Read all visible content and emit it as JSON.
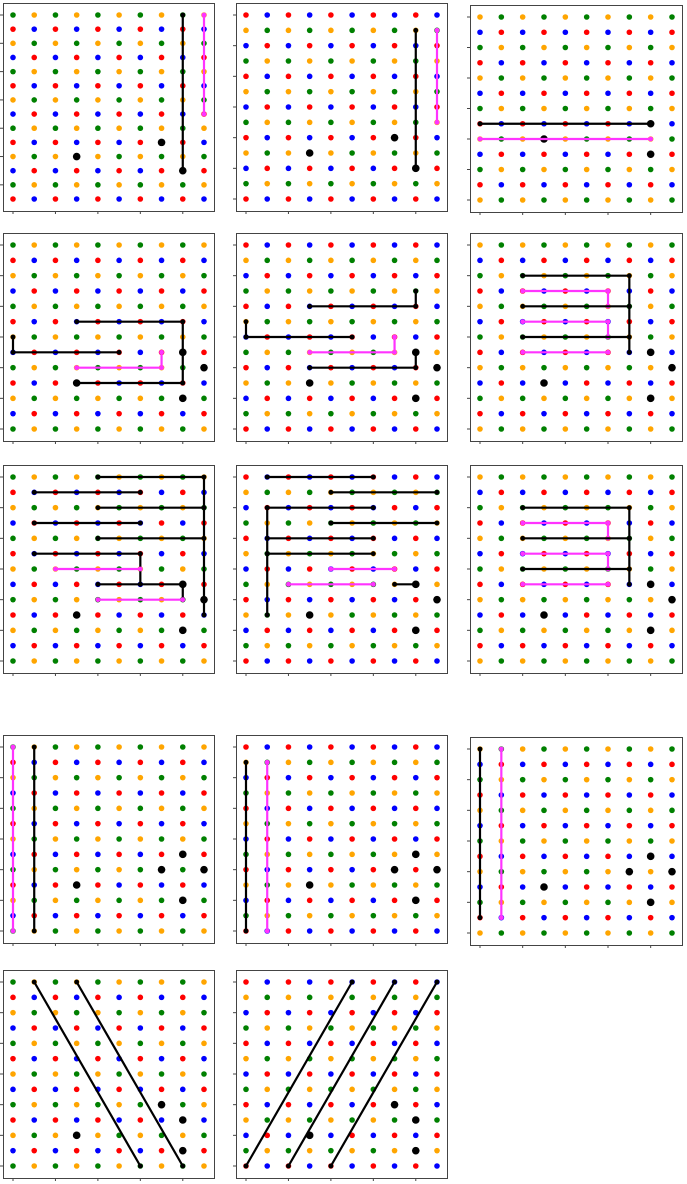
{
  "figure": {
    "colors": {
      "frame": "#444444",
      "path_primary": "#000000",
      "path_secondary": "#ff33ff",
      "dot_palette": [
        "#008000",
        "#ff0000",
        "#ffa500",
        "#0000ff"
      ]
    }
  },
  "panels": [
    {
      "rows": 14,
      "cols": 10,
      "black_dots": [
        [
          9,
          7
        ],
        [
          10,
          3
        ],
        [
          11,
          8
        ]
      ],
      "paths": [
        {
          "color": "secondary",
          "points": [
            [
              0,
              9
            ],
            [
              7,
              9
            ]
          ]
        },
        {
          "color": "primary",
          "points": [
            [
              0,
              8
            ],
            [
              11,
              8
            ]
          ]
        }
      ]
    },
    {
      "rows": 13,
      "cols": 10,
      "black_dots": [
        [
          8,
          7
        ],
        [
          9,
          3
        ],
        [
          10,
          8
        ]
      ],
      "paths": [
        {
          "color": "secondary",
          "points": [
            [
              1,
              9
            ],
            [
              7,
              9
            ]
          ]
        },
        {
          "color": "primary",
          "points": [
            [
              1,
              8
            ],
            [
              10,
              8
            ]
          ]
        }
      ]
    },
    {
      "rows": 13,
      "cols": 10,
      "black_dots": [
        [
          7,
          8
        ],
        [
          8,
          3
        ],
        [
          9,
          8
        ]
      ],
      "paths": [
        {
          "color": "primary",
          "points": [
            [
              7,
              0
            ],
            [
              7,
              8
            ]
          ]
        },
        {
          "color": "secondary",
          "points": [
            [
              8,
              0
            ],
            [
              8,
              8
            ]
          ]
        }
      ]
    },
    {
      "rows": 13,
      "cols": 10,
      "black_dots": [
        [
          7,
          8
        ],
        [
          8,
          9
        ],
        [
          9,
          3
        ],
        [
          10,
          8
        ]
      ],
      "paths": [
        {
          "color": "primary",
          "points": [
            [
              5,
              3
            ],
            [
              5,
              8
            ],
            [
              9,
              8
            ],
            [
              9,
              3
            ]
          ]
        },
        {
          "color": "primary",
          "points": [
            [
              6,
              0
            ],
            [
              7,
              0
            ],
            [
              7,
              5
            ]
          ]
        },
        {
          "color": "secondary",
          "points": [
            [
              8,
              3
            ],
            [
              8,
              7
            ],
            [
              7,
              7
            ]
          ]
        }
      ]
    },
    {
      "rows": 13,
      "cols": 10,
      "black_dots": [
        [
          7,
          8
        ],
        [
          8,
          9
        ],
        [
          9,
          3
        ],
        [
          10,
          8
        ]
      ],
      "paths": [
        {
          "color": "primary",
          "points": [
            [
              4,
              3
            ],
            [
              4,
              8
            ],
            [
              3,
              8
            ]
          ]
        },
        {
          "color": "primary",
          "points": [
            [
              5,
              0
            ],
            [
              6,
              0
            ],
            [
              6,
              5
            ]
          ]
        },
        {
          "color": "secondary",
          "points": [
            [
              7,
              3
            ],
            [
              7,
              7
            ],
            [
              6,
              7
            ]
          ]
        },
        {
          "color": "primary",
          "points": [
            [
              8,
              3
            ],
            [
              8,
              8
            ],
            [
              7,
              8
            ]
          ]
        }
      ]
    },
    {
      "rows": 13,
      "cols": 10,
      "black_dots": [
        [
          7,
          8
        ],
        [
          8,
          9
        ],
        [
          9,
          3
        ],
        [
          10,
          8
        ]
      ],
      "paths": [
        {
          "color": "primary",
          "points": [
            [
              2,
              2
            ],
            [
              2,
              7
            ],
            [
              7,
              7
            ]
          ]
        },
        {
          "color": "secondary",
          "points": [
            [
              3,
              2
            ],
            [
              3,
              6
            ],
            [
              4,
              6
            ]
          ]
        },
        {
          "color": "primary",
          "points": [
            [
              4,
              2
            ],
            [
              4,
              7
            ]
          ]
        },
        {
          "color": "secondary",
          "points": [
            [
              5,
              2
            ],
            [
              5,
              6
            ],
            [
              6,
              6
            ]
          ]
        },
        {
          "color": "primary",
          "points": [
            [
              6,
              2
            ],
            [
              6,
              7
            ]
          ]
        },
        {
          "color": "secondary",
          "points": [
            [
              7,
              2
            ],
            [
              7,
              6
            ]
          ]
        }
      ]
    },
    {
      "rows": 13,
      "cols": 10,
      "black_dots": [
        [
          7,
          8
        ],
        [
          8,
          9
        ],
        [
          9,
          3
        ],
        [
          10,
          8
        ]
      ],
      "paths": [
        {
          "color": "primary",
          "points": [
            [
              0,
              4
            ],
            [
              0,
              9
            ],
            [
              9,
              9
            ]
          ]
        },
        {
          "color": "primary",
          "points": [
            [
              1,
              1
            ],
            [
              1,
              6
            ]
          ]
        },
        {
          "color": "primary",
          "points": [
            [
              2,
              4
            ],
            [
              2,
              9
            ]
          ]
        },
        {
          "color": "primary",
          "points": [
            [
              3,
              1
            ],
            [
              3,
              6
            ]
          ]
        },
        {
          "color": "primary",
          "points": [
            [
              4,
              4
            ],
            [
              4,
              9
            ]
          ]
        },
        {
          "color": "primary",
          "points": [
            [
              5,
              1
            ],
            [
              5,
              6
            ],
            [
              7,
              6
            ]
          ]
        },
        {
          "color": "secondary",
          "points": [
            [
              6,
              2
            ],
            [
              6,
              6
            ]
          ]
        },
        {
          "color": "primary",
          "points": [
            [
              7,
              4
            ],
            [
              7,
              8
            ],
            [
              8,
              8
            ]
          ]
        },
        {
          "color": "secondary",
          "points": [
            [
              8,
              4
            ],
            [
              8,
              8
            ]
          ]
        }
      ]
    },
    {
      "rows": 13,
      "cols": 10,
      "black_dots": [
        [
          7,
          8
        ],
        [
          8,
          9
        ],
        [
          9,
          3
        ],
        [
          10,
          8
        ]
      ],
      "paths": [
        {
          "color": "primary",
          "points": [
            [
              0,
              1
            ],
            [
              0,
              6
            ]
          ]
        },
        {
          "color": "primary",
          "points": [
            [
              1,
              4
            ],
            [
              1,
              9
            ]
          ]
        },
        {
          "color": "primary",
          "points": [
            [
              2,
              1
            ],
            [
              2,
              6
            ],
            [
              2,
              1
            ],
            [
              9,
              1
            ]
          ]
        },
        {
          "color": "primary",
          "points": [
            [
              3,
              4
            ],
            [
              3,
              9
            ]
          ]
        },
        {
          "color": "primary",
          "points": [
            [
              4,
              1
            ],
            [
              4,
              6
            ]
          ]
        },
        {
          "color": "primary",
          "points": [
            [
              5,
              1
            ],
            [
              5,
              6
            ]
          ]
        },
        {
          "color": "secondary",
          "points": [
            [
              6,
              4
            ],
            [
              6,
              7
            ]
          ]
        },
        {
          "color": "secondary",
          "points": [
            [
              7,
              2
            ],
            [
              7,
              6
            ]
          ]
        },
        {
          "color": "primary",
          "points": [
            [
              7,
              7
            ],
            [
              7,
              8
            ]
          ]
        }
      ]
    },
    {
      "rows": 13,
      "cols": 10,
      "black_dots": [
        [
          7,
          8
        ],
        [
          8,
          9
        ],
        [
          9,
          3
        ],
        [
          10,
          8
        ]
      ],
      "paths": [
        {
          "color": "primary",
          "points": [
            [
              2,
              2
            ],
            [
              2,
              7
            ],
            [
              7,
              7
            ]
          ]
        },
        {
          "color": "secondary",
          "points": [
            [
              3,
              2
            ],
            [
              3,
              6
            ],
            [
              4,
              6
            ]
          ]
        },
        {
          "color": "primary",
          "points": [
            [
              4,
              2
            ],
            [
              4,
              7
            ]
          ]
        },
        {
          "color": "secondary",
          "points": [
            [
              5,
              2
            ],
            [
              5,
              6
            ],
            [
              6,
              6
            ]
          ]
        },
        {
          "color": "primary",
          "points": [
            [
              6,
              2
            ],
            [
              6,
              7
            ]
          ]
        },
        {
          "color": "secondary",
          "points": [
            [
              7,
              2
            ],
            [
              7,
              6
            ]
          ]
        }
      ]
    },
    {
      "rows": 13,
      "cols": 10,
      "black_dots": [
        [
          7,
          8
        ],
        [
          8,
          7
        ],
        [
          8,
          9
        ],
        [
          9,
          3
        ],
        [
          10,
          8
        ]
      ],
      "paths": [
        {
          "color": "secondary",
          "points": [
            [
              0,
              0
            ],
            [
              12,
              0
            ]
          ]
        },
        {
          "color": "primary",
          "points": [
            [
              0,
              1
            ],
            [
              12,
              1
            ]
          ]
        }
      ]
    },
    {
      "rows": 13,
      "cols": 10,
      "black_dots": [
        [
          7,
          8
        ],
        [
          8,
          7
        ],
        [
          8,
          9
        ],
        [
          9,
          3
        ],
        [
          10,
          8
        ]
      ],
      "paths": [
        {
          "color": "primary",
          "points": [
            [
              1,
              0
            ],
            [
              12,
              0
            ]
          ]
        },
        {
          "color": "secondary",
          "points": [
            [
              1,
              1
            ],
            [
              12,
              1
            ]
          ]
        }
      ]
    },
    {
      "rows": 13,
      "cols": 10,
      "black_dots": [
        [
          7,
          8
        ],
        [
          8,
          7
        ],
        [
          8,
          9
        ],
        [
          9,
          3
        ],
        [
          10,
          8
        ]
      ],
      "paths": [
        {
          "color": "primary",
          "points": [
            [
              0,
              0
            ],
            [
              11,
              0
            ]
          ]
        },
        {
          "color": "secondary",
          "points": [
            [
              0,
              1
            ],
            [
              11,
              1
            ]
          ]
        }
      ]
    },
    {
      "rows": 13,
      "cols": 10,
      "black_dots": [
        [
          8,
          7
        ],
        [
          9,
          8
        ],
        [
          10,
          3
        ],
        [
          11,
          8
        ]
      ],
      "paths": [
        {
          "color": "primary",
          "points": [
            [
              0,
              1
            ],
            [
              12,
              6
            ]
          ]
        },
        {
          "color": "primary",
          "points": [
            [
              0,
              3
            ],
            [
              12,
              8
            ]
          ]
        }
      ]
    },
    {
      "rows": 13,
      "cols": 10,
      "black_dots": [
        [
          8,
          7
        ],
        [
          9,
          8
        ],
        [
          10,
          3
        ],
        [
          11,
          8
        ]
      ],
      "paths": [
        {
          "color": "primary",
          "points": [
            [
              12,
              0
            ],
            [
              0,
              5
            ]
          ]
        },
        {
          "color": "primary",
          "points": [
            [
              12,
              2
            ],
            [
              0,
              7
            ]
          ]
        },
        {
          "color": "primary",
          "points": [
            [
              12,
              4
            ],
            [
              0,
              9
            ]
          ]
        }
      ]
    }
  ]
}
